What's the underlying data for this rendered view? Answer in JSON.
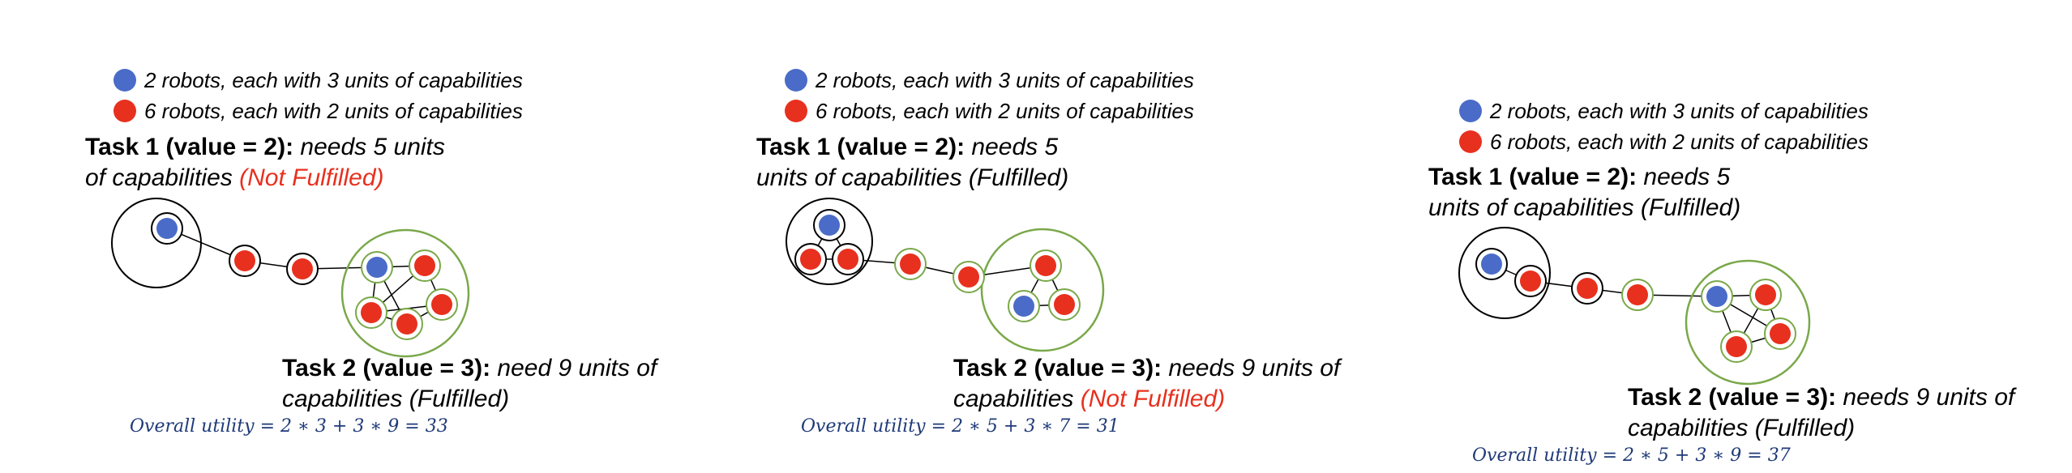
{
  "legend": {
    "blue_label": "2 robots, each with 3 units of capabilities",
    "red_label": "6 robots, each with 2 units of capabilities"
  },
  "colors": {
    "blue_robot": "#4a6cc8",
    "red_robot": "#e8301e",
    "task1_circle": "#000000",
    "task2_circle": "#7aa84a",
    "utility_text": "#1f3a78"
  },
  "panels": [
    {
      "task1": {
        "head": "Task 1 (value = 2):",
        "line1": "needs 5 units",
        "line2": "of capabilities",
        "status": "(Not Fulfilled)"
      },
      "task2": {
        "head": "Task 2 (value = 3):",
        "line1": "need 9 units of",
        "line2": "capabilities",
        "status": "(Fulfilled)"
      },
      "utility": "Overall utility  = 2 ∗ 3 + 3 ∗ 9  = 33"
    },
    {
      "task1": {
        "head": "Task 1 (value = 2):",
        "line1": "needs 5",
        "line2": "units of capabilities",
        "status": "(Fulfilled)"
      },
      "task2": {
        "head": "Task 2 (value = 3):",
        "line1": "needs 9 units of",
        "line2": "capabilities",
        "status": "(Not Fulfilled)"
      },
      "utility": "Overall utility  = 2 ∗ 5 + 3 ∗ 7  = 31"
    },
    {
      "task1": {
        "head": "Task 1 (value = 2):",
        "line1": "needs 5",
        "line2": "units of capabilities",
        "status": "(Fulfilled)"
      },
      "task2": {
        "head": "Task 2 (value = 3):",
        "line1": "needs 9 units of",
        "line2": "capabilities",
        "status": "(Fulfilled)"
      },
      "utility": "Overall utility  = 2 ∗ 5 + 3 ∗ 9  = 37"
    }
  ]
}
